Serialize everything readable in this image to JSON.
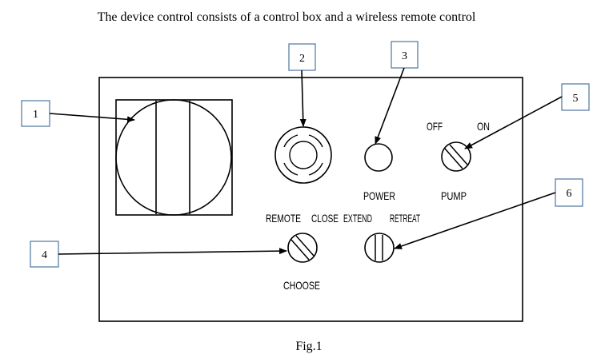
{
  "header": {
    "title": "The device control consists of a control box and a wireless remote control"
  },
  "labels": {
    "off": "OFF",
    "on": "ON",
    "power": "POWER",
    "pump": "PUMP",
    "remote": "REMOTE",
    "close": "CLOSE",
    "extend": "EXTEND",
    "retreat": "RETREAT",
    "choose": "CHOOSE"
  },
  "callouts": [
    "1",
    "2",
    "3",
    "4",
    "5",
    "6"
  ],
  "caption": "Fig.1",
  "colors": {
    "stroke": "#000000",
    "callout_border": "#5b7fa8",
    "background": "#ffffff"
  }
}
